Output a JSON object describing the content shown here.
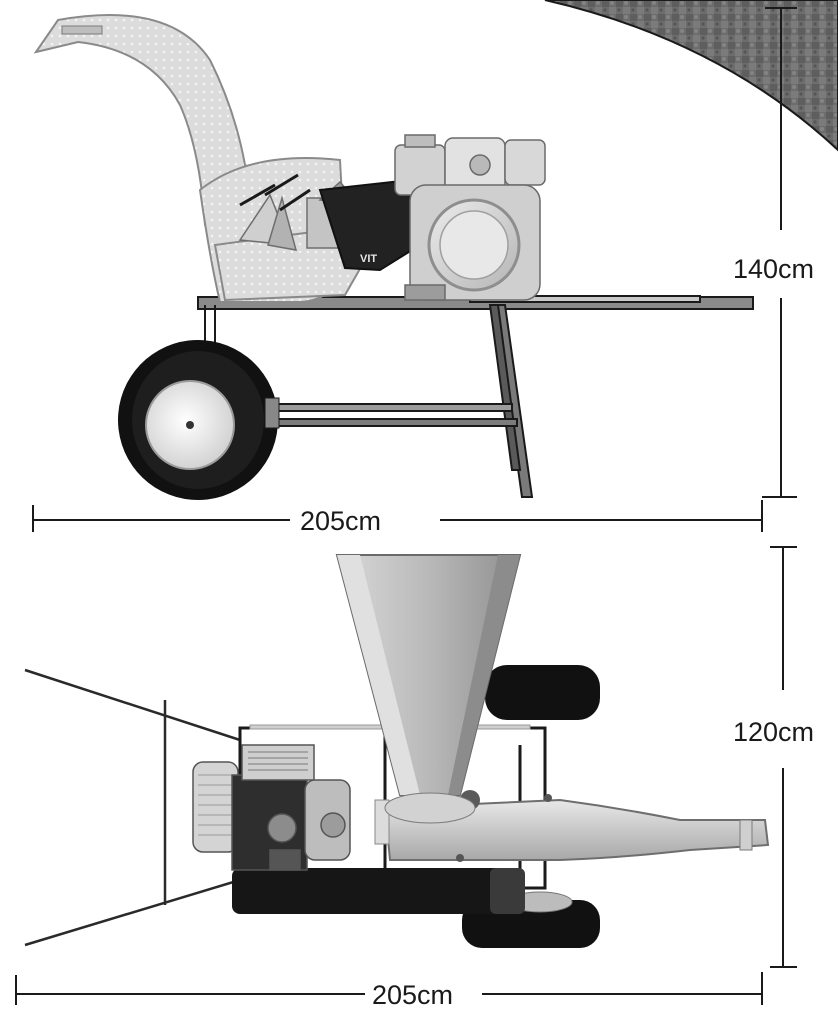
{
  "side_view": {
    "height_label": "140cm",
    "width_label": "205cm"
  },
  "top_view": {
    "depth_label": "120cm",
    "width_label": "205cm"
  },
  "engine_badge_text": "VIT",
  "colors": {
    "line": "#1a1a1a",
    "metal_light": "#d6d6d6",
    "metal_mid": "#a9a9a9",
    "metal_dark": "#6e6e6e",
    "tire": "#111111",
    "corner_texture": "#6a6a6a"
  }
}
